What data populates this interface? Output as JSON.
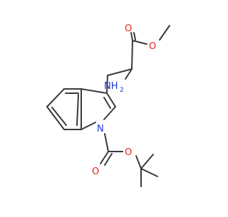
{
  "labels": {
    "o_carbonyl_ester": "O",
    "o_ether_ester": "O",
    "amine": "NH",
    "amine_h2": "2",
    "n_indole": "N",
    "o_ether_boc": "O",
    "o_carbonyl_boc": "O"
  },
  "colors": {
    "bond": "#3a3a3a",
    "oxygen": "#e8241a",
    "nitrogen": "#1b36d6",
    "background": "#ffffff"
  }
}
